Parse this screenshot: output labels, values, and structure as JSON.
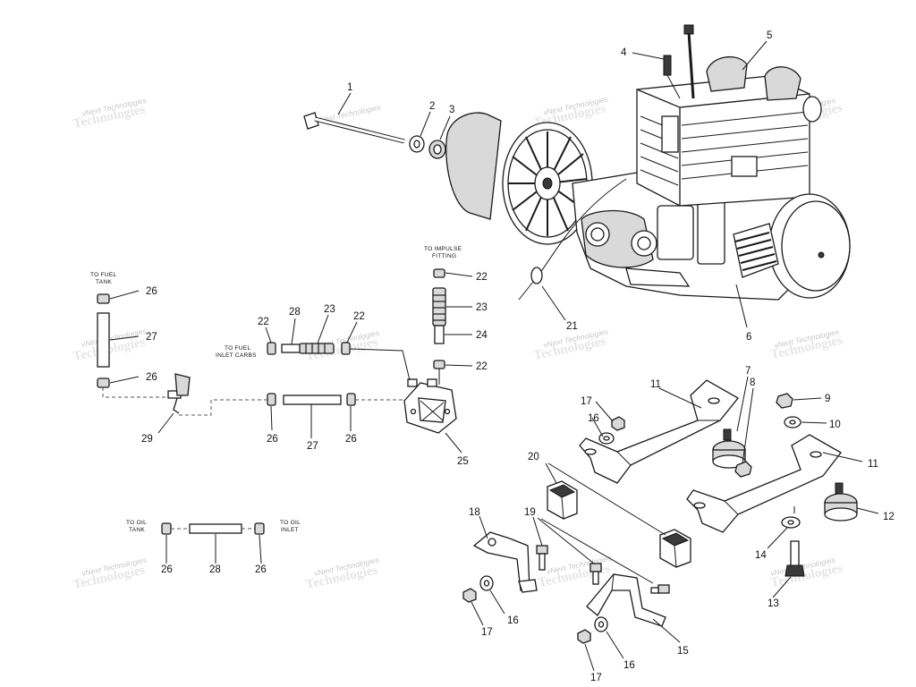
{
  "callouts": [
    "1",
    "2",
    "3",
    "4",
    "5",
    "6",
    "7",
    "8",
    "9",
    "10",
    "11",
    "11",
    "12",
    "13",
    "14",
    "15",
    "16",
    "16",
    "16",
    "17",
    "17",
    "17",
    "17",
    "18",
    "19",
    "20",
    "21",
    "22",
    "22",
    "22",
    "22",
    "23",
    "23",
    "24",
    "25",
    "26",
    "26",
    "26",
    "26",
    "26",
    "27",
    "27",
    "28",
    "28",
    "29"
  ],
  "notes": {
    "to_impulse_fitting_1": "TO IMPULSE",
    "to_impulse_fitting_2": "FITTING",
    "to_fuel_tank_1": "TO FUEL",
    "to_fuel_tank_2": "TANK",
    "to_fuel_inlet_carbs_1": "TO FUEL",
    "to_fuel_inlet_carbs_2": "INLET CARBS",
    "to_oil_tank_1": "TO OIL",
    "to_oil_tank_2": "TANK",
    "to_oil_inlet_1": "TO OIL",
    "to_oil_inlet_2": "INLET"
  },
  "watermark": {
    "small": "vNext Technologies",
    "large": "Technologies"
  }
}
